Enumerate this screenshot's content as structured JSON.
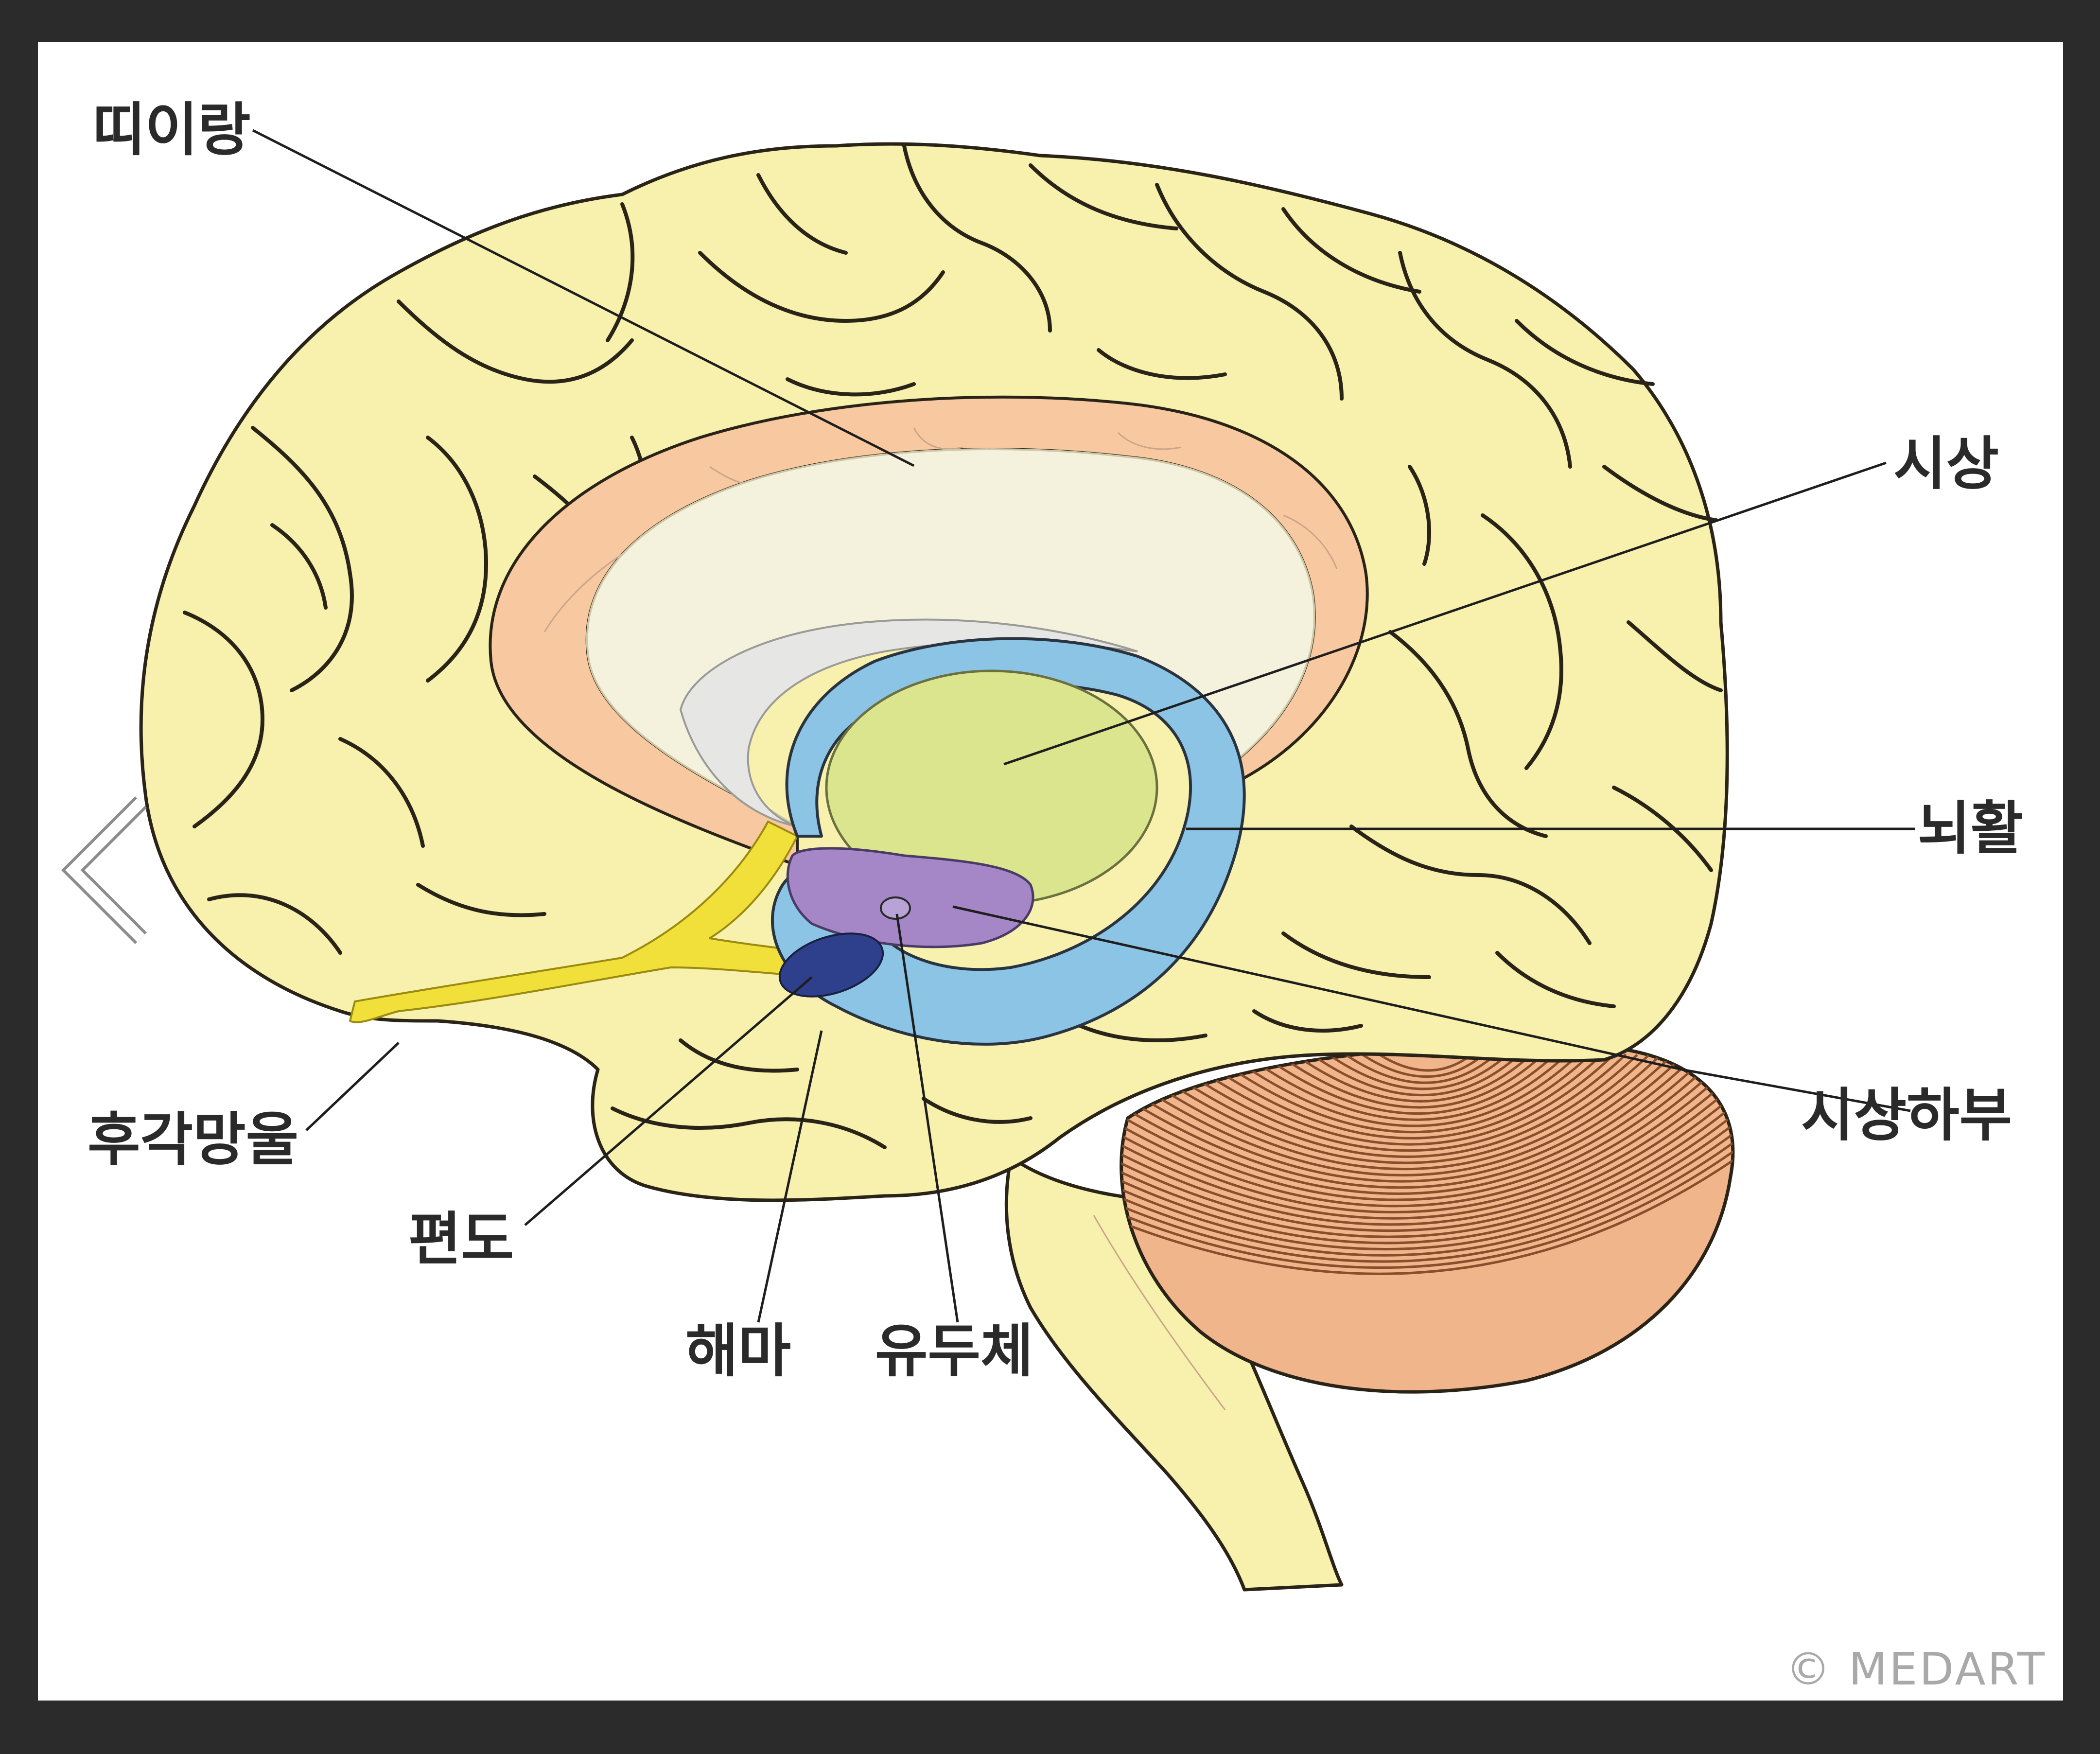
{
  "labels": {
    "cingulate": "띠이랑",
    "thalamus": "시상",
    "fornix": "뇌활",
    "hypothalamus": "시상하부",
    "olfactory": "후각망울",
    "amygdala": "편도",
    "hippocampus": "해마",
    "mammillary": "유두체"
  },
  "watermark": "© MEDART",
  "navigation": {
    "prev_icon": "chevron-left-icon"
  },
  "colors": {
    "cerebrum": "#f7f1ad",
    "cingulate": "#f8c8a0",
    "limbic_blue": "#8cc4e6",
    "thalamus": "#dbe58e",
    "hypothalamus": "#a587c7",
    "amygdala": "#2e3f8c",
    "olfactory": "#f1e03a",
    "cerebellum": "#f0b58a",
    "frame": "#2b2b2b"
  }
}
